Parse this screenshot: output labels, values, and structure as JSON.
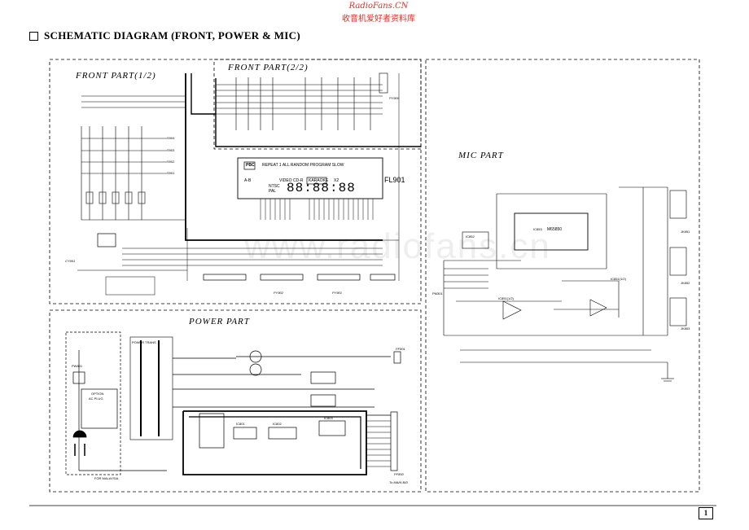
{
  "watermark": {
    "brand": "RadioFans.CN",
    "subtitle": "收音机爱好者资料库",
    "site": "www.radiofans.cn"
  },
  "title": "SCHEMATIC DIAGRAM (FRONT, POWER & MIC)",
  "sections": {
    "front1": "FRONT PART(1/2)",
    "front2": "FRONT PART(2/2)",
    "mic": "MIC PART",
    "power": "POWER PART"
  },
  "display": {
    "label": "FL901",
    "row1": [
      "PBC",
      "REPEAT 1 ALL RANDOM PROGRAM SLOW"
    ],
    "row2": [
      "A-B",
      "VIDEO CD-R",
      "KARAOKE",
      "X2"
    ],
    "row3": [
      "NTSC",
      "PAL"
    ]
  },
  "connectors": {
    "front_top": "PY900",
    "front_left": "CY901",
    "front_bottom": [
      "PY902",
      "PY901"
    ],
    "mic_in": "PM301",
    "mic_jacks": [
      "JK851",
      "JK852",
      "JK853"
    ],
    "power_right": "PF801",
    "power_bottom": "PF800",
    "ac_plug": "PW801"
  },
  "mic_ics": [
    "IC852",
    "M65850",
    "IC853",
    "IC851(1/2)",
    "IC851(1/2)"
  ],
  "power_ics": [
    "IC801",
    "IC802",
    "IC803"
  ],
  "power_notes": {
    "option": "OPTION",
    "plug": "AC PLUG",
    "transformer": "POWER TRANS",
    "to_main": "To MAIN B/D",
    "for_region": "FOR MALAYSIA"
  },
  "switch_labels": [
    "S904",
    "S903",
    "S902",
    "S901"
  ],
  "page_number": "1"
}
